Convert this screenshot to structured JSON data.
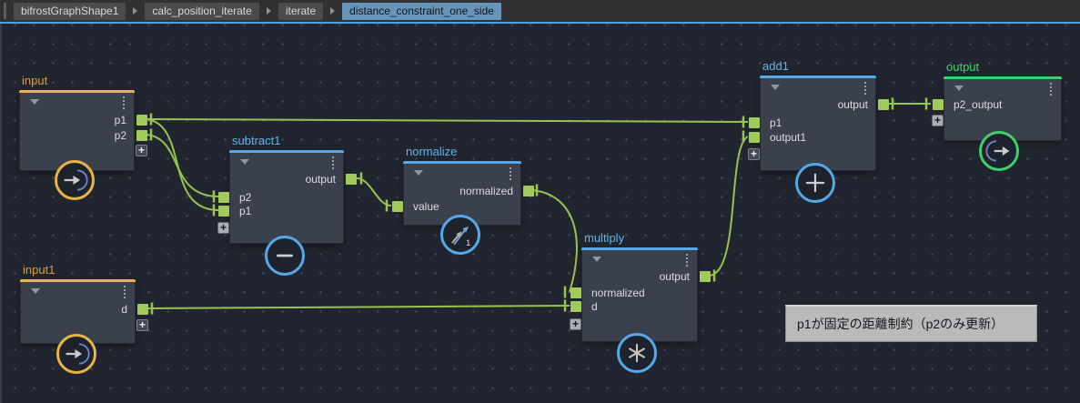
{
  "breadcrumb": {
    "items": [
      "bifrostGraphShape1",
      "calc_position_iterate",
      "iterate",
      "distance_constraint_one_side"
    ],
    "active_index": 3
  },
  "nodes": {
    "input": {
      "title": "input",
      "type": "input",
      "ports": {
        "outputs": [
          "p1",
          "p2"
        ]
      }
    },
    "input1": {
      "title": "input1",
      "type": "input",
      "ports": {
        "outputs": [
          "d"
        ]
      }
    },
    "subtract1": {
      "title": "subtract1",
      "type": "operator",
      "ports": {
        "outputs": [
          "output"
        ],
        "inputs": [
          "p2",
          "p1"
        ]
      }
    },
    "normalize": {
      "title": "normalize",
      "type": "operator",
      "ports": {
        "outputs": [
          "normalized"
        ],
        "inputs": [
          "value"
        ]
      },
      "badge_label": "1"
    },
    "multiply": {
      "title": "multiply",
      "type": "operator",
      "ports": {
        "outputs": [
          "output"
        ],
        "inputs": [
          "normalized",
          "d"
        ]
      }
    },
    "add1": {
      "title": "add1",
      "type": "operator",
      "ports": {
        "outputs": [
          "output"
        ],
        "inputs": [
          "p1",
          "output1"
        ]
      }
    },
    "output": {
      "title": "output",
      "type": "output",
      "ports": {
        "inputs": [
          "p2_output"
        ]
      }
    }
  },
  "connections": [
    {
      "from": "input.p1",
      "to": "add1.p1"
    },
    {
      "from": "input.p1",
      "to": "subtract1.p1"
    },
    {
      "from": "input.p2",
      "to": "subtract1.p2"
    },
    {
      "from": "subtract1.output",
      "to": "normalize.value"
    },
    {
      "from": "normalize.normalized",
      "to": "multiply.normalized"
    },
    {
      "from": "input1.d",
      "to": "multiply.d"
    },
    {
      "from": "multiply.output",
      "to": "add1.output1"
    },
    {
      "from": "add1.output",
      "to": "output.p2_output"
    }
  ],
  "annotation": {
    "text": "p1が固定の距離制約（p2のみ更新）"
  },
  "ui": {
    "add_port_glyph": "+"
  },
  "icons": {
    "breadcrumb-separator-icon": "right-arrow",
    "collapse-arrow-icon": "triangle-down",
    "menu-icon": "vertical-dots",
    "input-badge-icon": "arrow-into-arc",
    "output-badge-icon": "arrow-out-of-arc",
    "subtract-badge-icon": "minus",
    "normalize-badge-icon": "unit-vector-arrows",
    "multiply-badge-icon": "asterisk",
    "add-badge-icon": "plus"
  },
  "colors": {
    "canvas_bg": "#21252f",
    "node_bg": "#3a414c",
    "wire": "#9ac24f",
    "port": "#a0cb5a",
    "accent_input": "#e8b545",
    "accent_operator": "#55a9e8",
    "accent_output": "#3ed168",
    "title_input": "#d99e35",
    "title_operator": "#62b2ea",
    "title_output": "#41d56d",
    "breadcrumb_active_bg": "#6695b8",
    "blue_rule": "#4aa2e2",
    "annotation_bg": "#b9babc"
  }
}
